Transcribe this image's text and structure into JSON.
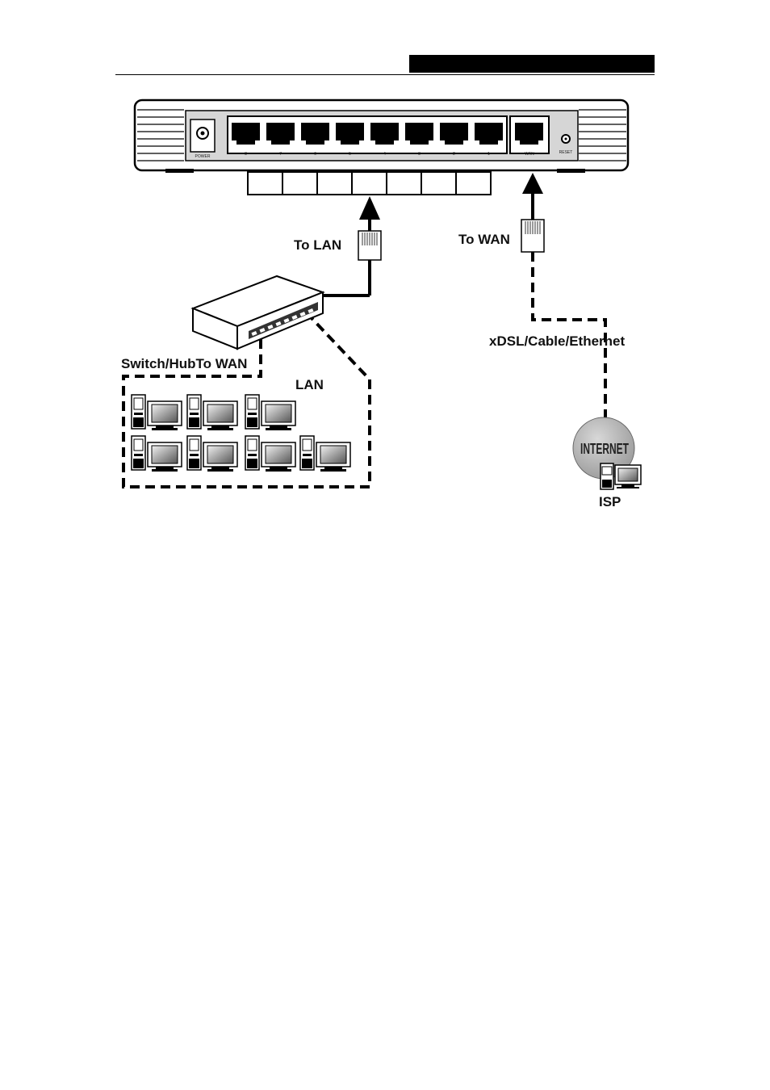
{
  "header": {
    "bar_color": "#000000"
  },
  "router": {
    "power_label": "POWER",
    "ports": [
      "8",
      "7",
      "6",
      "5",
      "4",
      "3",
      "2",
      "1"
    ],
    "wan_label": "WAN",
    "reset_label": "RESET"
  },
  "labels": {
    "to_lan": "To LAN",
    "to_wan": "To WAN",
    "switch_hub": "Switch/HubTo WAN",
    "lan": "LAN",
    "xdsl": "xDSL/Cable/Ethernet",
    "internet": "INTERNET",
    "isp": "ISP"
  },
  "icons": [
    "router-icon",
    "switch-icon",
    "computer-icon",
    "rj45-plug-icon",
    "internet-cloud-icon",
    "arrow-up-icon"
  ]
}
